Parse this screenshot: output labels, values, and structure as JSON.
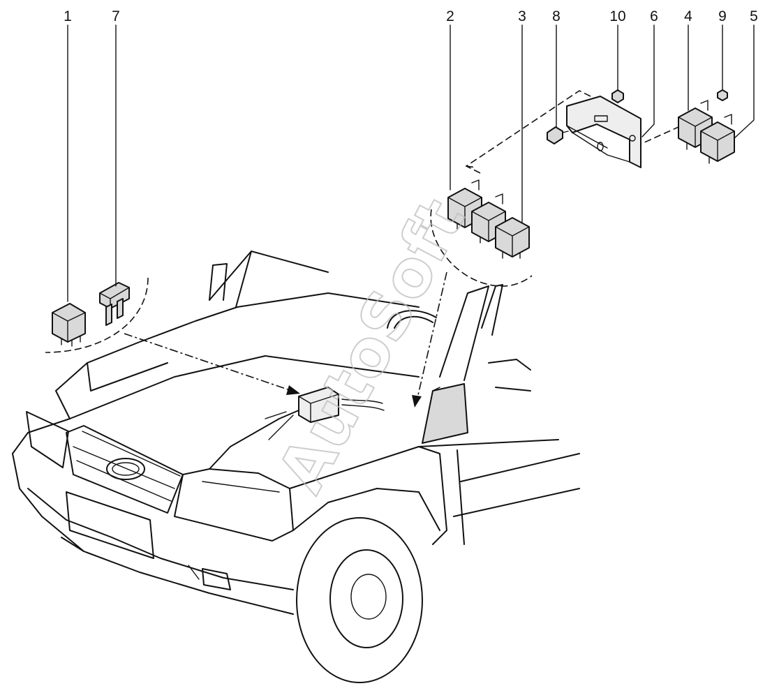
{
  "callouts": [
    "1",
    "7",
    "2",
    "3",
    "8",
    "10",
    "6",
    "4",
    "9",
    "5"
  ],
  "watermark": "AutoSoft"
}
